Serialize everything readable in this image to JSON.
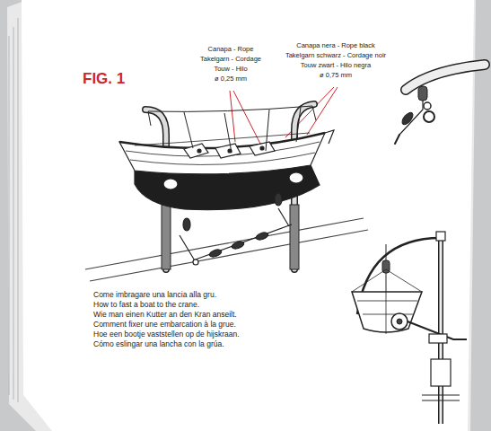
{
  "diagram": {
    "title": "FIG. 1",
    "labels": [
      "Canapa - Rope",
      "Takelgarn - Cordage",
      "Touw - Hilo",
      "ø 0,25 mm",
      "Canapa nera - Rope black",
      "Takelgarn schwarz - Cordage noir",
      "Touw zwart - Hilo negra",
      "ø 0,75 mm",
      "Come imbragare una lancia alla gru.",
      "How to fast a boat to the crane.",
      "Wie man einen Kutter an den Kran anseilt.",
      "Comment fixer une embarcation à la grue.",
      "Hoe een bootje vaststellen op de hijskraan.",
      "Cómo eslingar una lancha con la grúa."
    ]
  }
}
